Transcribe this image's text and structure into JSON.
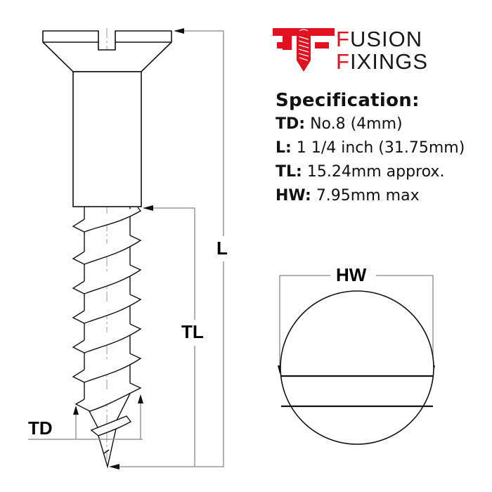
{
  "brand": {
    "name_line1_first": "F",
    "name_line1_rest": "USION",
    "name_line2_first": "F",
    "name_line2_rest": "IXINGS",
    "accent_color": "#e3101f"
  },
  "specification": {
    "title": "Specification:",
    "rows": [
      {
        "key": "TD:",
        "value": "No.8 (4mm)"
      },
      {
        "key": "L:",
        "value": "1 1/4 inch (31.75mm)"
      },
      {
        "key": "TL:",
        "value": "15.24mm approx."
      },
      {
        "key": "HW:",
        "value": "7.95mm max"
      }
    ]
  },
  "dimension_labels": {
    "length": "L",
    "thread_length": "TL",
    "thread_diameter": "TD",
    "head_width": "HW"
  }
}
